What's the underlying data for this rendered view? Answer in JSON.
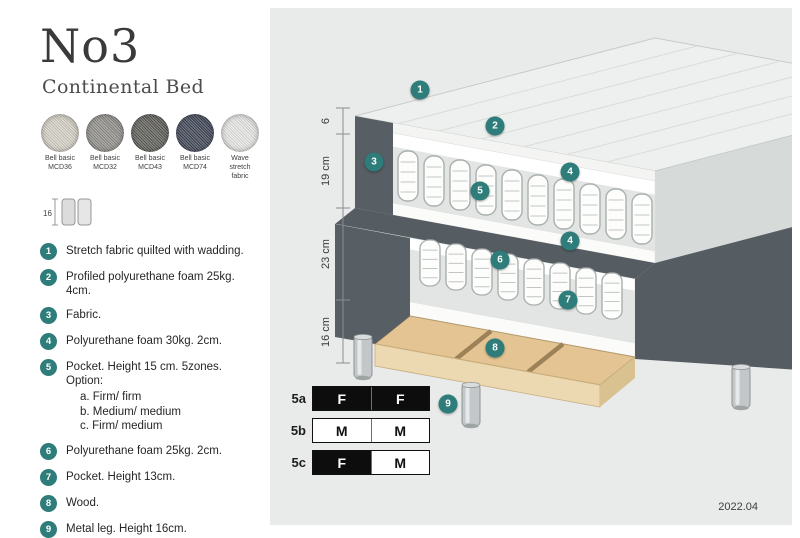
{
  "page": {
    "accent": "#2e7d7a",
    "panel_bg": "#e9eaea"
  },
  "header": {
    "title": "No3",
    "subtitle": "Continental Bed"
  },
  "swatches": [
    {
      "line1": "Bell basic",
      "line2": "MCD36",
      "color": "#d8d4c9"
    },
    {
      "line1": "Bell basic",
      "line2": "MCD32",
      "color": "#93928e"
    },
    {
      "line1": "Bell basic",
      "line2": "MCD43",
      "color": "#605f5b"
    },
    {
      "line1": "Bell basic",
      "line2": "MCD74",
      "color": "#414759"
    },
    {
      "line1": "Wave",
      "line2": "stretch fabric",
      "color": "#eaeae8"
    }
  ],
  "leg_icon": {
    "label": "16"
  },
  "legend": [
    {
      "num": "1",
      "text": "Stretch fabric quilted with wadding."
    },
    {
      "num": "2",
      "text": "Profiled polyurethane foam 25kg. 4cm."
    },
    {
      "num": "3",
      "text": "Fabric."
    },
    {
      "num": "4",
      "text": "Polyurethane foam 30kg. 2cm."
    },
    {
      "num": "5",
      "text": "Pocket. Height 15 cm. 5zones. Option:",
      "options": [
        "a. Firm/ firm",
        "b. Medium/ medium",
        "c. Firm/ medium"
      ]
    },
    {
      "num": "6",
      "text": "Polyurethane foam 25kg. 2cm."
    },
    {
      "num": "7",
      "text": "Pocket. Height 13cm."
    },
    {
      "num": "8",
      "text": "Wood."
    },
    {
      "num": "9",
      "text": "Metal leg. Height 16cm."
    }
  ],
  "diagram": {
    "dims": [
      "6",
      "19 cm",
      "23 cm",
      "16 cm"
    ],
    "badges": [
      {
        "n": "1"
      },
      {
        "n": "2"
      },
      {
        "n": "3"
      },
      {
        "n": "4"
      },
      {
        "n": "4"
      },
      {
        "n": "5"
      },
      {
        "n": "6"
      },
      {
        "n": "7"
      },
      {
        "n": "8"
      },
      {
        "n": "9"
      }
    ],
    "firmness": {
      "rows": [
        {
          "label": "5a",
          "cells": [
            {
              "t": "F",
              "style": "dark"
            },
            {
              "t": "F",
              "style": "dark"
            }
          ]
        },
        {
          "label": "5b",
          "cells": [
            {
              "t": "M",
              "style": "light"
            },
            {
              "t": "M",
              "style": "light"
            }
          ]
        },
        {
          "label": "5c",
          "cells": [
            {
              "t": "F",
              "style": "dark"
            },
            {
              "t": "M",
              "style": "light"
            }
          ]
        }
      ]
    },
    "version": "2022.04"
  }
}
